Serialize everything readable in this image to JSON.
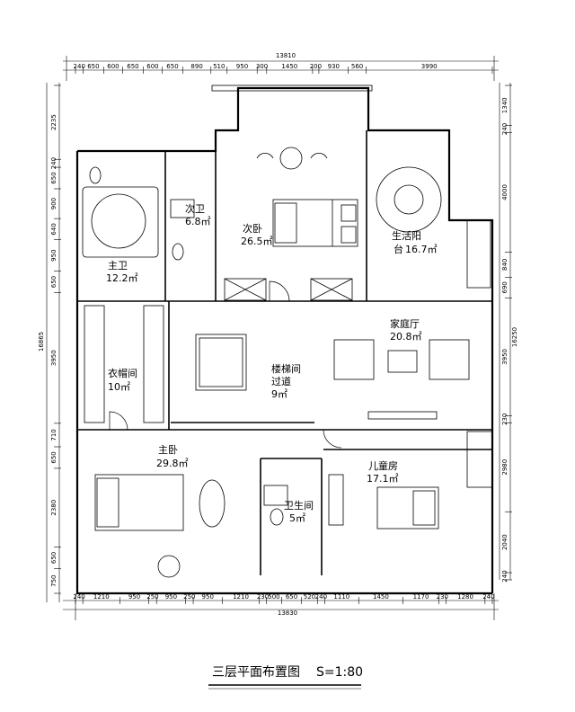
{
  "title": "三层平面布置图",
  "scale": "S=1:80",
  "top_dims": {
    "overall": "13810",
    "segments": [
      "240",
      "650",
      "600",
      "650",
      "600",
      "650",
      "890",
      "510",
      "950",
      "300",
      "1450",
      "200",
      "930",
      "560",
      "3990"
    ]
  },
  "bottom_dims": {
    "overall": "13830",
    "segments": [
      "240",
      "1210",
      "950",
      "250",
      "950",
      "250",
      "950",
      "1210",
      "230",
      "500",
      "650",
      "520",
      "240",
      "1110",
      "1450",
      "1170",
      "230",
      "1280",
      "240"
    ]
  },
  "left_dims": {
    "overall": "16865",
    "segments": [
      "2235",
      "240",
      "650",
      "900",
      "640",
      "950",
      "650",
      "3950",
      "710",
      "650",
      "2380",
      "650",
      "750"
    ]
  },
  "right_dims": {
    "overall": "16250",
    "segments": [
      "1340",
      "240",
      "4000",
      "840",
      "690",
      "3950",
      "230",
      "2980",
      "2040",
      "240"
    ]
  },
  "rooms": [
    {
      "name": "次卫",
      "area": "6.8㎡"
    },
    {
      "name": "次卧",
      "area": "26.5㎡"
    },
    {
      "name": "生活阳",
      "area_prefix": "台",
      "area": "16.7㎡"
    },
    {
      "name": "主卫",
      "area": "12.2㎡"
    },
    {
      "name": "家庭厅",
      "area": "20.8㎡"
    },
    {
      "name": "衣帽间",
      "area": "10㎡"
    },
    {
      "name": "楼梯间",
      "sub": "过道",
      "area": "9㎡"
    },
    {
      "name": "主卧",
      "area": "29.8㎡"
    },
    {
      "name": "儿童房",
      "area": "17.1㎡"
    },
    {
      "name": "卫生间",
      "area": "5㎡"
    }
  ]
}
